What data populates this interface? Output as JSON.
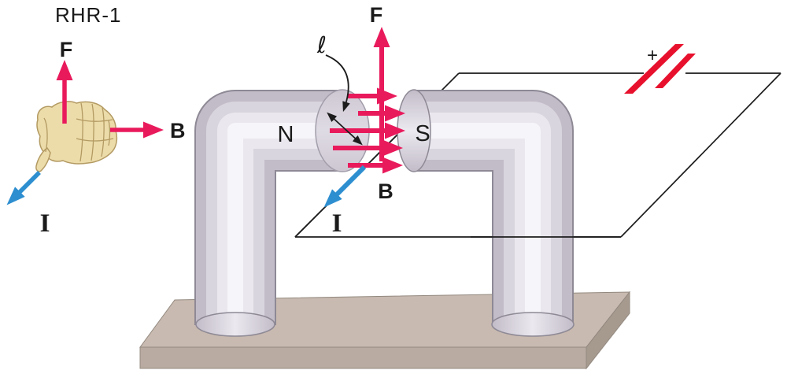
{
  "figure": {
    "rhr": {
      "title": "RHR-1",
      "force": "F",
      "field": "B",
      "current": "I"
    },
    "magnet": {
      "north": "N",
      "south": "S"
    },
    "wire": {
      "force": "F",
      "field": "B",
      "current": "I",
      "length": "ℓ"
    },
    "battery": {
      "positive": "+"
    }
  },
  "colors": {
    "field_pink": "#e91a5c",
    "current_blue": "#2e8fd0",
    "battery_red": "#e8112d",
    "outline_black": "#1c1c1c",
    "magnet_body": "#d9d5de",
    "magnet_edge": "#8e8995",
    "base_top": "#c8bab0",
    "base_front": "#b9aba1",
    "base_side": "#a69a8f",
    "hand_tan": "#ecdcaa",
    "hand_line": "#b39a62"
  }
}
